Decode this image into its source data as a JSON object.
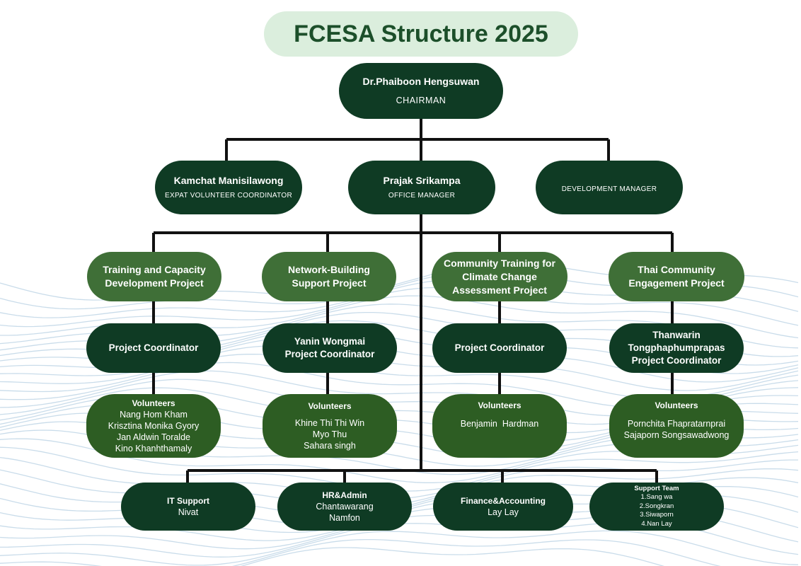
{
  "title": "FCESA Structure 2025",
  "chairman": {
    "name": "Dr.Phaiboon Hengsuwan",
    "role": "CHAIRMAN"
  },
  "managers": [
    {
      "name": "Kamchat Manisilawong",
      "role": "EXPAT VOLUNTEER COORDINATOR"
    },
    {
      "name": "Prajak Srikampa",
      "role": "OFFICE MANAGER"
    },
    {
      "name": "",
      "role": "DEVELOPMENT MANAGER"
    }
  ],
  "projects": [
    {
      "title": "Training and Capacity Development Project",
      "coordinator": {
        "name": "",
        "role": "Project Coordinator"
      },
      "volunteers": {
        "label": "Volunteers",
        "names": [
          "Nang Hom Kham",
          "Krisztina Monika Gyory",
          "Jan Aldwin Toralde",
          "Kino Khanhthamaly"
        ]
      }
    },
    {
      "title": "Network-Building Support Project",
      "coordinator": {
        "name": "Yanin Wongmai",
        "role": "Project Coordinator"
      },
      "volunteers": {
        "label": "Volunteers",
        "names": [
          "Khine Thi Thi Win",
          "Myo Thu",
          "Sahara singh"
        ]
      }
    },
    {
      "title": "Community Training for Climate Change Assessment Project",
      "coordinator": {
        "name": "",
        "role": "Project Coordinator"
      },
      "volunteers": {
        "label": "Volunteers",
        "names": [
          "Benjamin  Hardman"
        ]
      }
    },
    {
      "title": "Thai Community Engagement Project",
      "coordinator": {
        "name": "Thanwarin Tongphaphumprapas",
        "role": "Project Coordinator"
      },
      "volunteers": {
        "label": "Volunteers",
        "names": [
          "Pornchita Fhapratarnprai",
          "Sajaporn Songsawadwong"
        ]
      }
    }
  ],
  "support": [
    {
      "title": "IT Support",
      "names": [
        "Nivat"
      ]
    },
    {
      "title": "HR&Admin",
      "names": [
        "Chantawarang",
        "Namfon"
      ]
    },
    {
      "title": "Finance&Accounting",
      "names": [
        "Lay Lay"
      ]
    },
    {
      "title": "Support Team",
      "names": [
        "1.Sang wa",
        "2.Songkran",
        "3.Siwaporn",
        "4.Nan Lay"
      ]
    }
  ],
  "colors": {
    "title_bg": "#dbeedd",
    "title_text": "#1c4f2a",
    "dark_green": "#0f3b24",
    "project_green": "#3f6f37",
    "volunteer_green": "#2d5d23",
    "connector": "#111111",
    "wave": "#c9dcea"
  }
}
